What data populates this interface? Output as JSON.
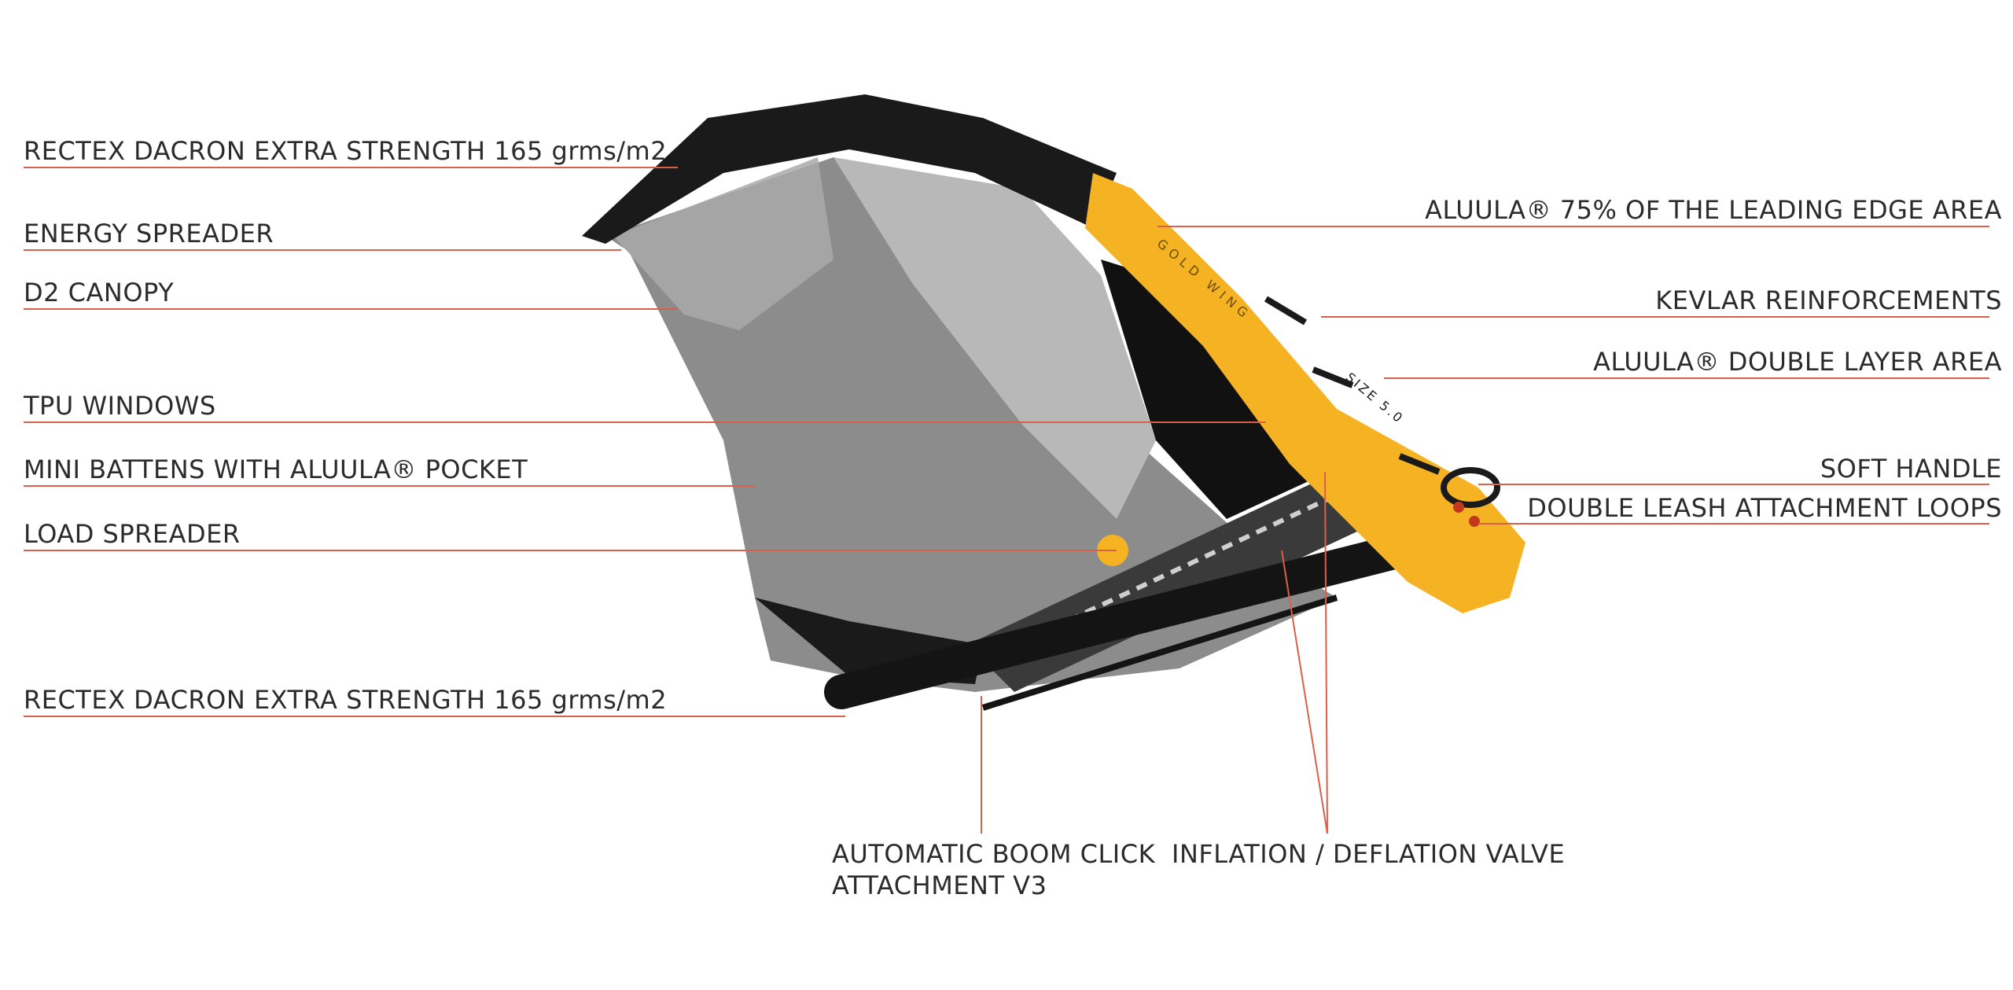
{
  "labels": {
    "left": [
      {
        "id": "rectex-top",
        "text": "RECTEX DACRON EXTRA STRENGTH 165 grms/m2"
      },
      {
        "id": "energy-spreader",
        "text": "ENERGY SPREADER"
      },
      {
        "id": "d2-canopy",
        "text": "D2 CANOPY"
      },
      {
        "id": "tpu-windows",
        "text": "TPU WINDOWS"
      },
      {
        "id": "mini-battens",
        "text": "MINI BATTENS WITH ALUULA® POCKET"
      },
      {
        "id": "load-spreader",
        "text": "LOAD SPREADER"
      },
      {
        "id": "rectex-bottom",
        "text": "RECTEX DACRON EXTRA STRENGTH 165 grms/m2"
      }
    ],
    "right": [
      {
        "id": "aluula-leading-edge",
        "text": "ALUULA® 75% OF THE LEADING EDGE AREA"
      },
      {
        "id": "kevlar",
        "text": "KEVLAR REINFORCEMENTS"
      },
      {
        "id": "aluula-double-layer",
        "text": "ALUULA® DOUBLE LAYER AREA"
      },
      {
        "id": "soft-handle",
        "text": "SOFT HANDLE"
      },
      {
        "id": "double-leash",
        "text": "DOUBLE LEASH ATTACHMENT LOOPS"
      }
    ],
    "bottom": [
      {
        "id": "boom-click",
        "lines": [
          "AUTOMATIC BOOM CLICK",
          "ATTACHMENT V3"
        ]
      },
      {
        "id": "valve",
        "lines": [
          "INFLATION / DEFLATION VALVE"
        ]
      }
    ]
  },
  "colors": {
    "leader": "#d9614a",
    "leading_edge_black": "#1a1a1a",
    "leading_edge_yellow": "#f5b324",
    "canopy_grey": "#8c8c8c",
    "canopy_light": "#b8b8b8",
    "window_dark": "#111111"
  },
  "product": {
    "print_lines": [
      "GOLD WING",
      "SIZE 5.0"
    ]
  }
}
